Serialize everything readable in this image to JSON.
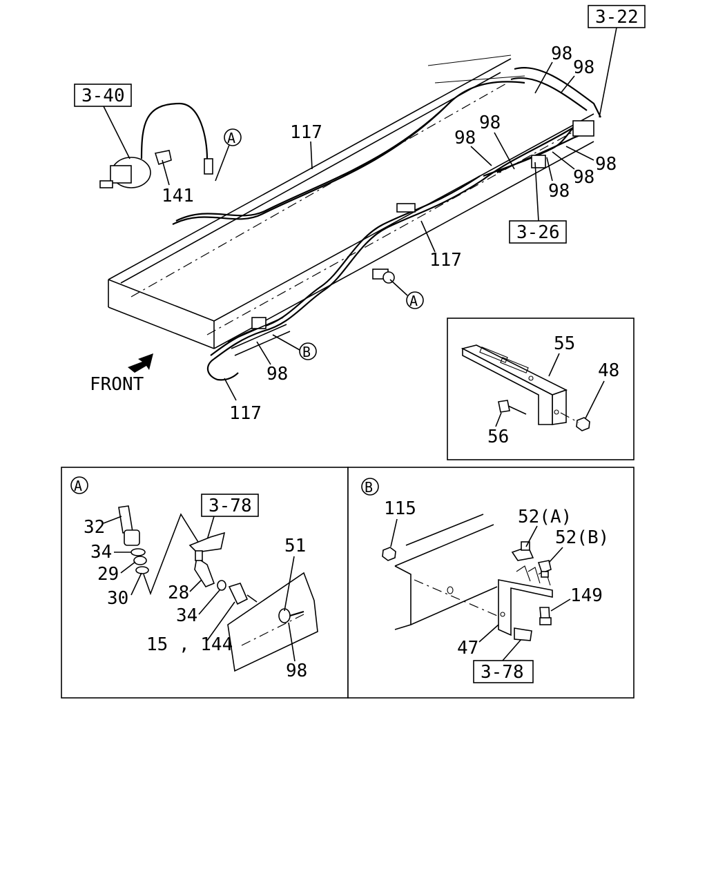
{
  "main_view": {
    "refs": {
      "ref_3_22": "3-22",
      "ref_3_40": "3-40",
      "ref_3_26": "3-26"
    },
    "callouts": {
      "a_top": "A",
      "a_mid": "A",
      "b_main": "B"
    },
    "labels": {
      "front": "FRONT",
      "n117_top": "117",
      "n117_mid": "117",
      "n117_bottom": "117",
      "n141": "141",
      "n98_1": "98",
      "n98_2": "98",
      "n98_3": "98",
      "n98_4": "98",
      "n98_5": "98",
      "n98_6": "98",
      "n98_7": "98",
      "n98_8": "98"
    }
  },
  "inset_bracket": {
    "labels": {
      "n55": "55",
      "n48": "48",
      "n56": "56"
    }
  },
  "detail_a": {
    "callout": "A",
    "ref_3_78": "3-78",
    "labels": {
      "n32": "32",
      "n34a": "34",
      "n29": "29",
      "n30": "30",
      "n28": "28",
      "n34b": "34",
      "n15_144": "15 , 144",
      "n51": "51",
      "n98": "98"
    }
  },
  "detail_b": {
    "callout": "B",
    "ref_3_78": "3-78",
    "labels": {
      "n115": "115",
      "n52a": "52(A)",
      "n52b": "52(B)",
      "n149": "149",
      "n47": "47"
    }
  }
}
